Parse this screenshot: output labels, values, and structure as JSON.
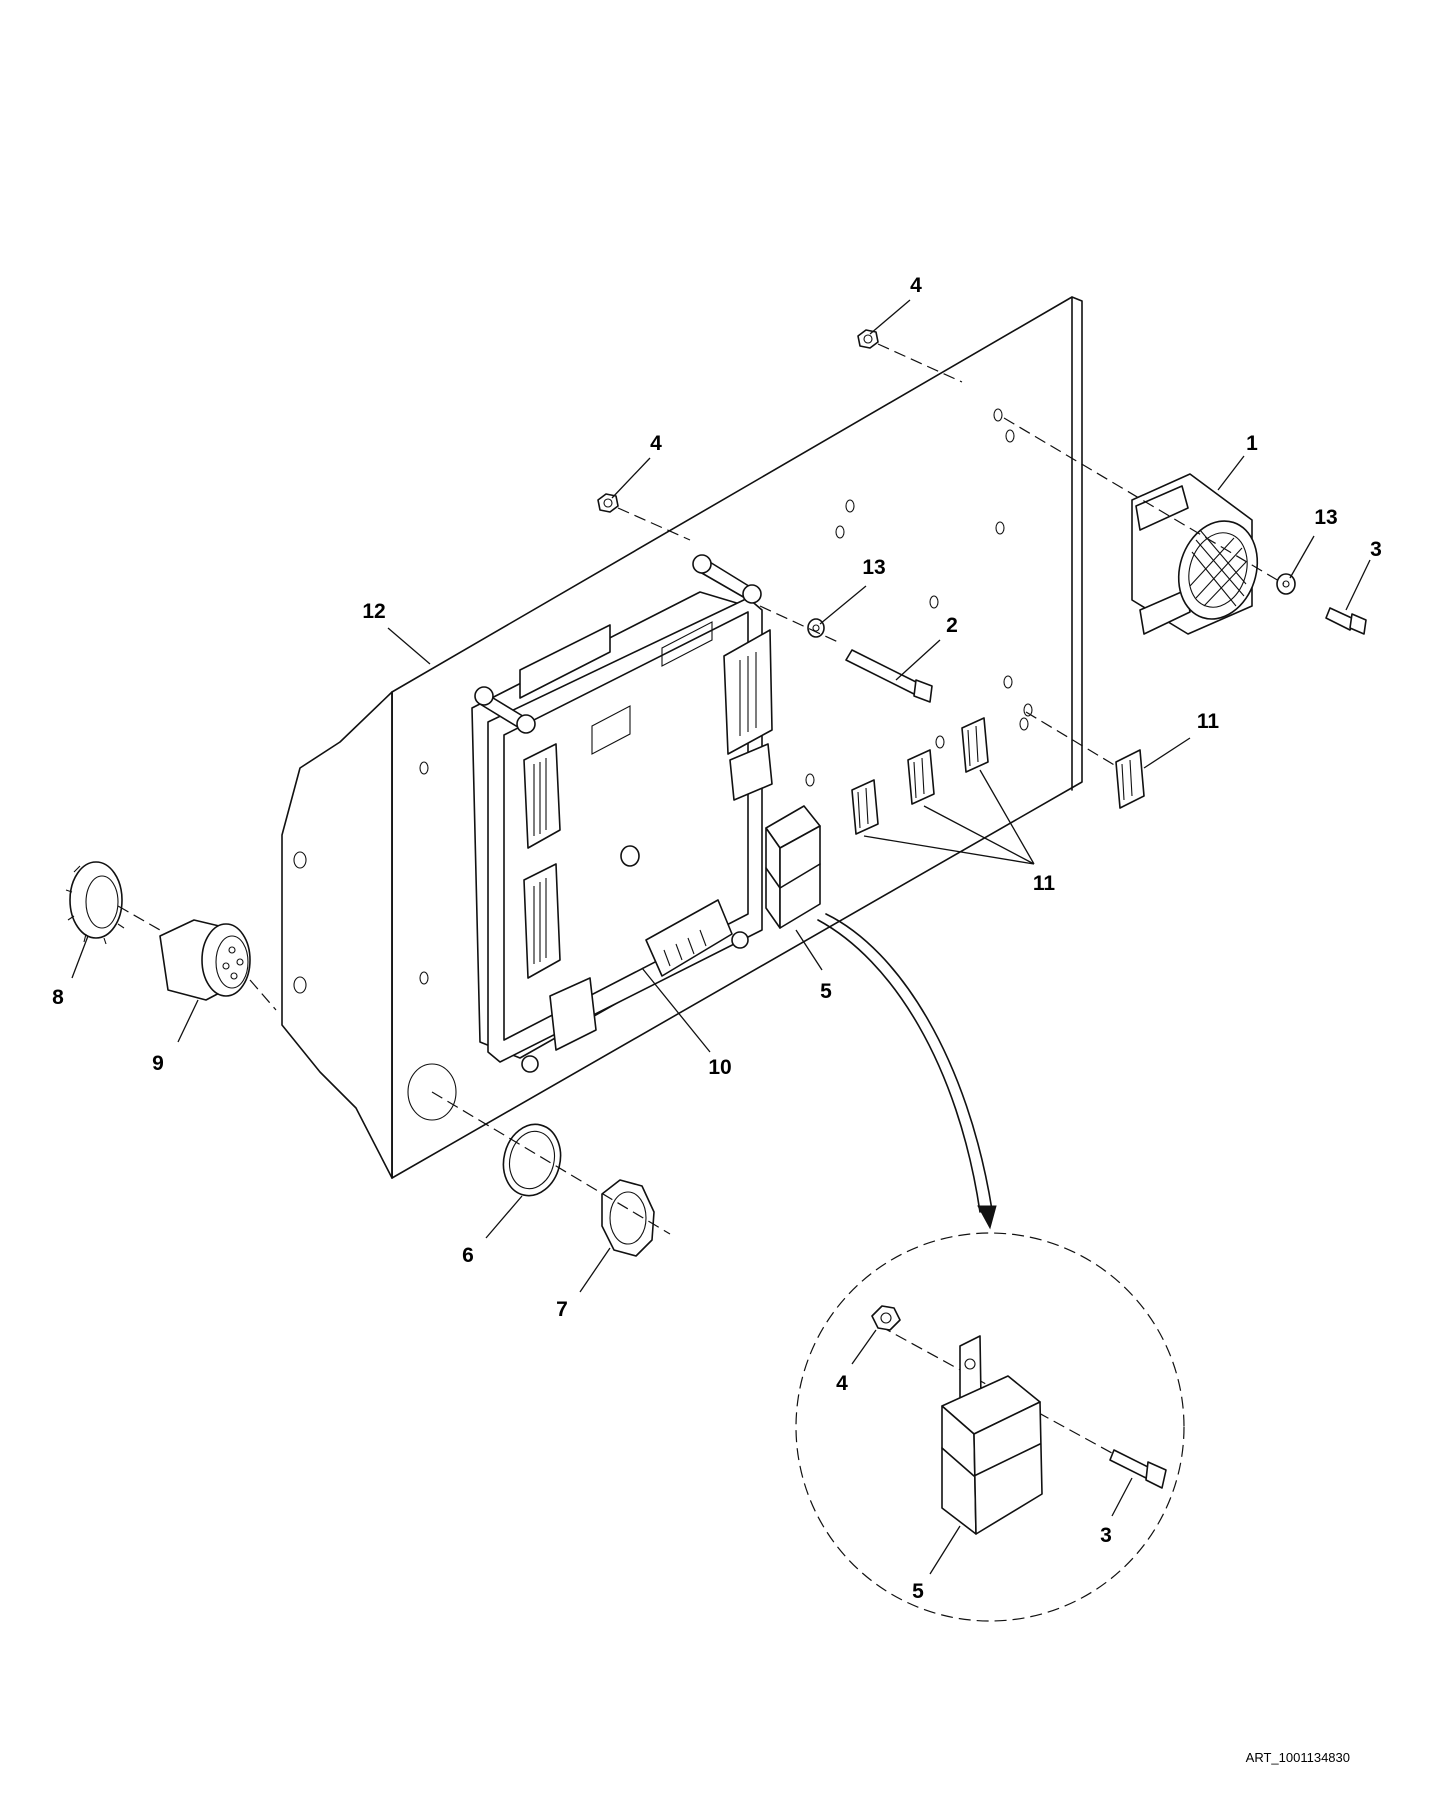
{
  "callouts": {
    "c1": "1",
    "c2": "2",
    "c3a": "3",
    "c3b": "3",
    "c4a": "4",
    "c4b": "4",
    "c4c": "4",
    "c5a": "5",
    "c5b": "5",
    "c6": "6",
    "c7": "7",
    "c8": "8",
    "c9": "9",
    "c10": "10",
    "c11a": "11",
    "c11b": "11",
    "c12": "12",
    "c13a": "13",
    "c13b": "13"
  },
  "art_id": "ART_1001134830"
}
